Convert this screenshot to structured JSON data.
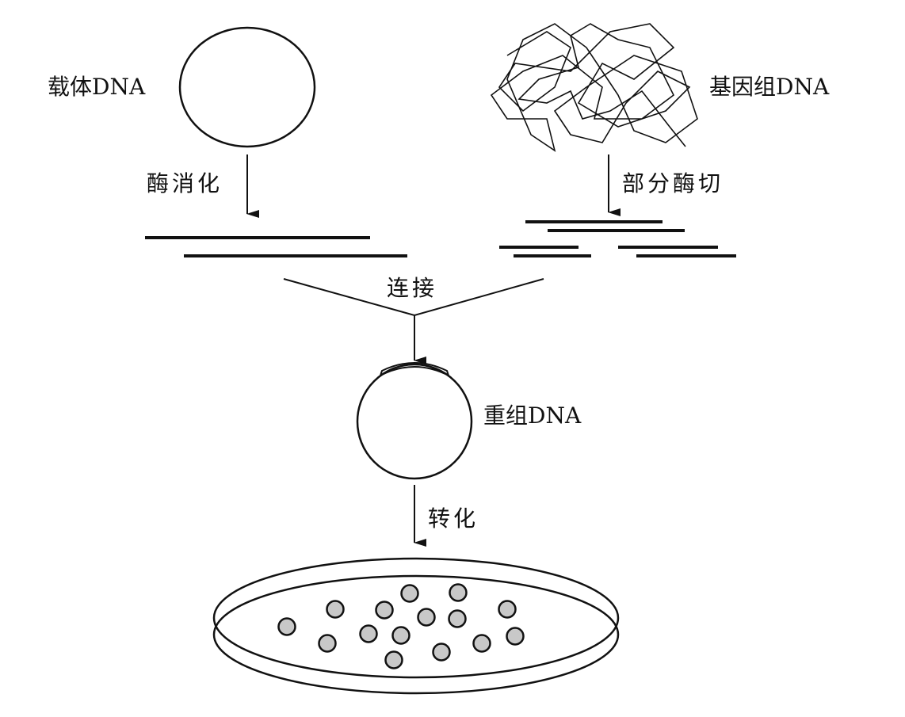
{
  "labels": {
    "vector_dna": "载体DNA",
    "genomic_dna": "基因组DNA",
    "enzyme_digestion": "酶消化",
    "partial_digestion": "部分酶切",
    "ligation": "连接",
    "recombinant_dna": "重组DNA",
    "transformation": "转化"
  },
  "colors": {
    "stroke": "#111111",
    "colony_fill": "#c8c8c8"
  },
  "colony_count": 15
}
